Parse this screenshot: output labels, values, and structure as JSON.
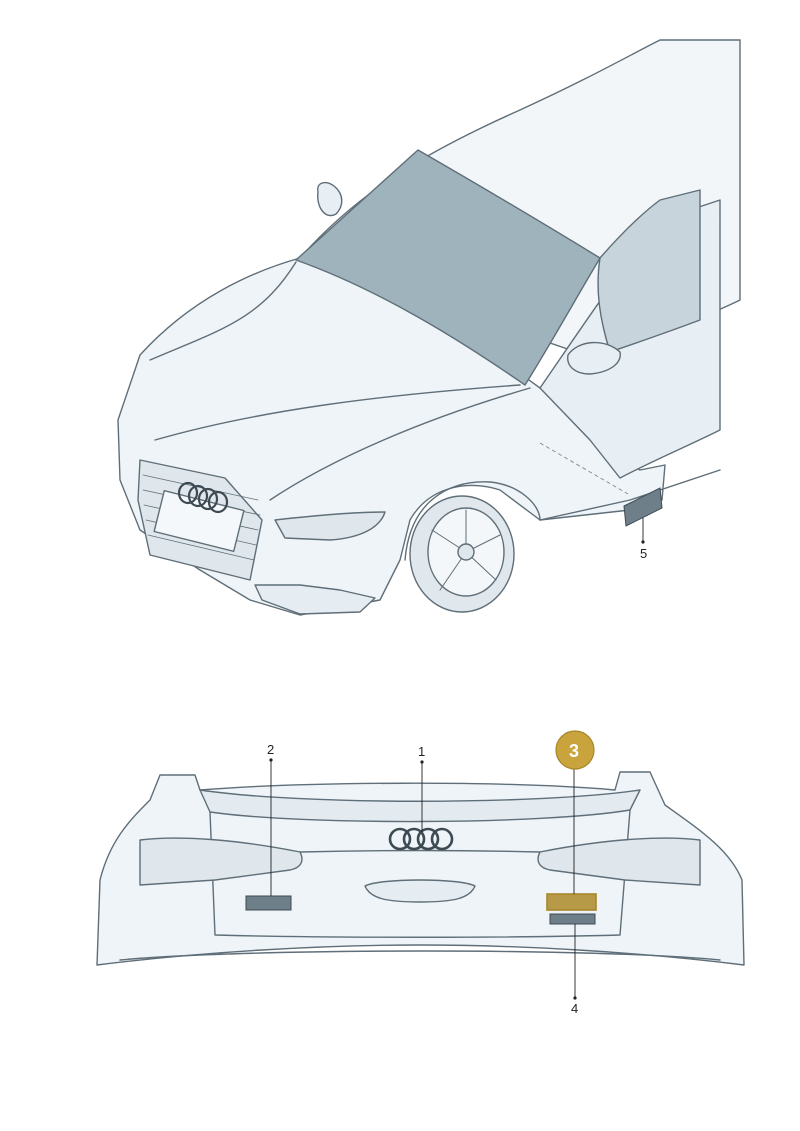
{
  "diagram": {
    "callouts": [
      {
        "label": "1",
        "target": "rear-rings-badge"
      },
      {
        "label": "2",
        "target": "left-rear-badge"
      },
      {
        "label": "3",
        "target": "right-rear-badge-upper",
        "highlighted": true
      },
      {
        "label": "4",
        "target": "right-rear-badge-lower"
      },
      {
        "label": "5",
        "target": "fender-badge"
      }
    ],
    "colors": {
      "body_fill": "#eef4f8",
      "body_stroke": "#5f6e78",
      "glass": "#9fb3bd",
      "badge": "#6f7f89",
      "highlight": "#c9a43c",
      "highlight_stroke": "#a8862a"
    }
  }
}
